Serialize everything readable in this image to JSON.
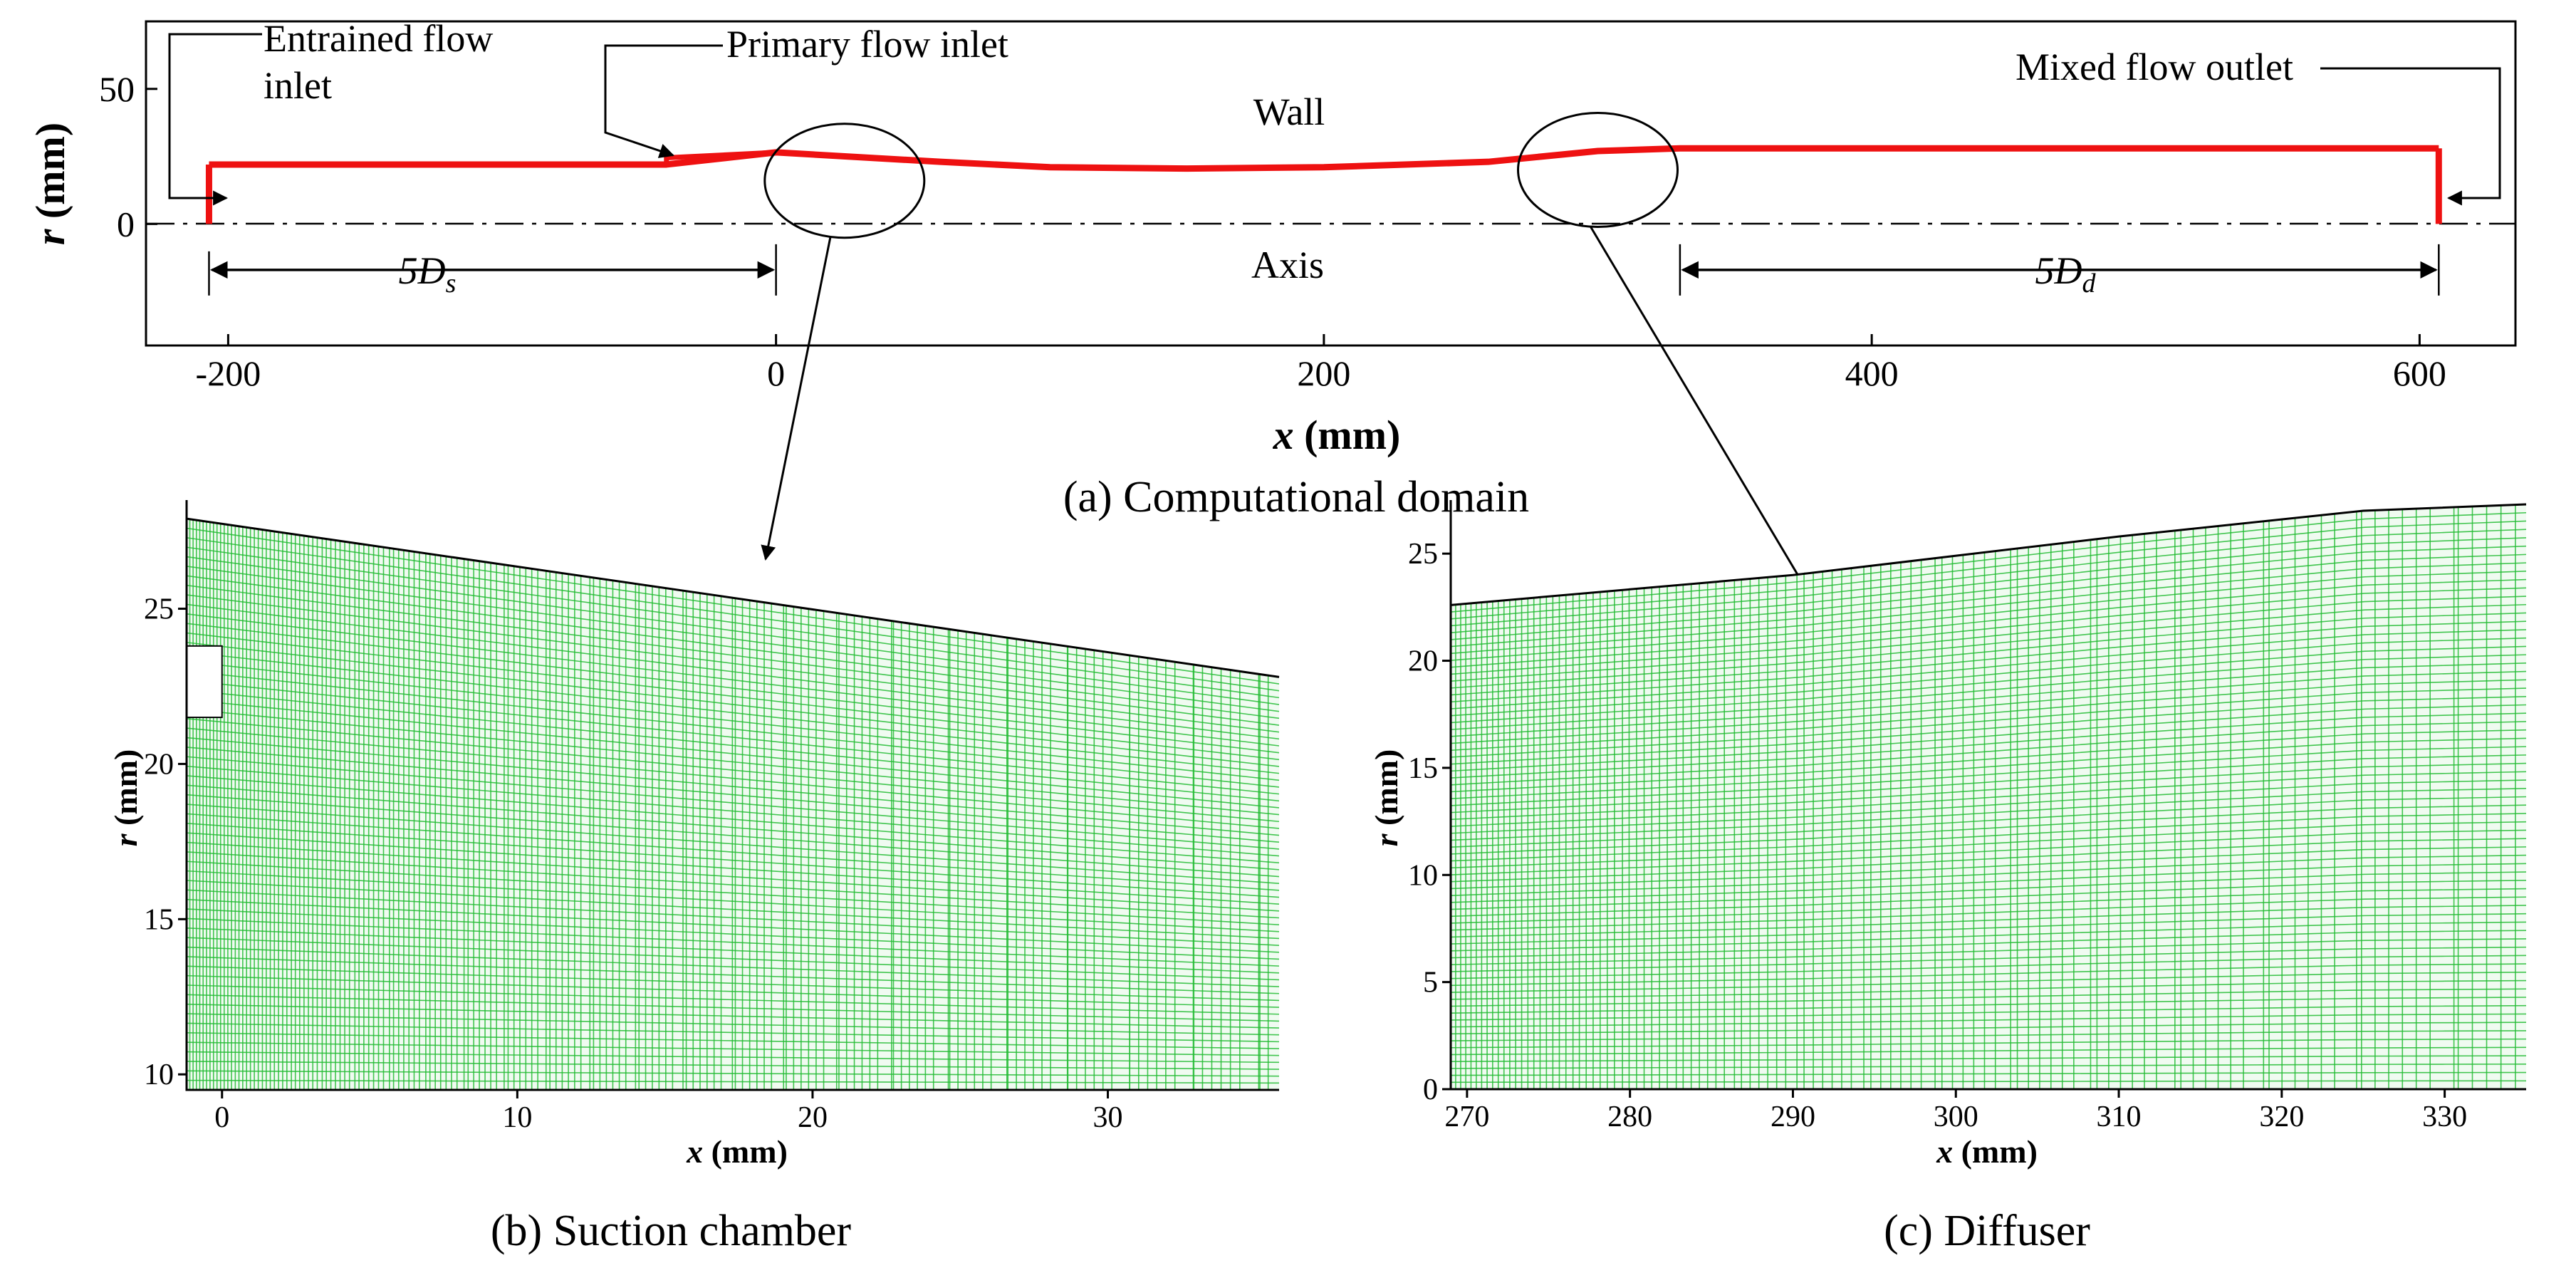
{
  "figure": {
    "panel_a": {
      "caption": "(a) Computational domain",
      "x_axis": {
        "label_var": "x",
        "label_unit": " (mm)",
        "ticks": [
          -200,
          0,
          200,
          400,
          600
        ],
        "range": [
          -230,
          635
        ]
      },
      "y_axis": {
        "label_var": "r",
        "label_unit": " (mm)",
        "ticks": [
          0,
          50
        ],
        "range": [
          -45,
          75
        ]
      },
      "annotations": {
        "entrained_line1": "Entrained flow",
        "entrained_line2": "inlet",
        "primary": "Primary flow inlet",
        "mixed": "Mixed flow outlet",
        "wall": "Wall",
        "axis": "Axis",
        "suction_len_base": "5D",
        "suction_len_sub": "s",
        "diffuser_len_base": "5D",
        "diffuser_len_sub": "d"
      },
      "wall_color": "#ee1111",
      "geometry_x": [
        -207,
        -40,
        0,
        60,
        100,
        150,
        200,
        260,
        300,
        330,
        607
      ],
      "geometry_r": [
        22,
        22,
        26.5,
        23,
        21,
        20.5,
        21,
        23,
        27,
        28,
        28
      ],
      "nozzle_x": [
        -40,
        0
      ],
      "nozzle_r": [
        24.5,
        26.5
      ],
      "suction_length_x": [
        -207,
        0
      ],
      "diffuser_length_x": [
        330,
        607
      ],
      "zoom_regions_x": [
        25,
        300
      ]
    },
    "panel_b": {
      "caption": "(b) Suction chamber",
      "x_axis": {
        "label_var": "x",
        "label_unit": " (mm)",
        "ticks": [
          0,
          10,
          20,
          30
        ],
        "range": [
          -1.2,
          35.8
        ]
      },
      "y_axis": {
        "label_var": "r",
        "label_unit": " (mm)",
        "ticks": [
          10,
          15,
          20,
          25
        ],
        "range": [
          9.5,
          28.5
        ]
      },
      "top_boundary": {
        "x": [
          -1.2,
          35.8
        ],
        "r": [
          27.9,
          22.8
        ]
      },
      "nozzle_gap": {
        "x": [
          -1.2,
          0
        ],
        "r": [
          21.5,
          23.8
        ]
      },
      "mesh_color": "#22bb33"
    },
    "panel_c": {
      "caption": "(c) Diffuser",
      "x_axis": {
        "label_var": "x",
        "label_unit": " (mm)",
        "ticks": [
          270,
          280,
          290,
          300,
          310,
          320,
          330
        ],
        "range": [
          269,
          335
        ]
      },
      "y_axis": {
        "label_var": "r",
        "label_unit": " (mm)",
        "ticks": [
          0,
          5,
          10,
          15,
          20,
          25
        ],
        "range": [
          0,
          27.5
        ]
      },
      "top_boundary": {
        "x": [
          269,
          290,
          310,
          325,
          335
        ],
        "r": [
          22.6,
          24.0,
          25.8,
          27.0,
          27.3
        ]
      },
      "mesh_color": "#22bb33"
    }
  }
}
